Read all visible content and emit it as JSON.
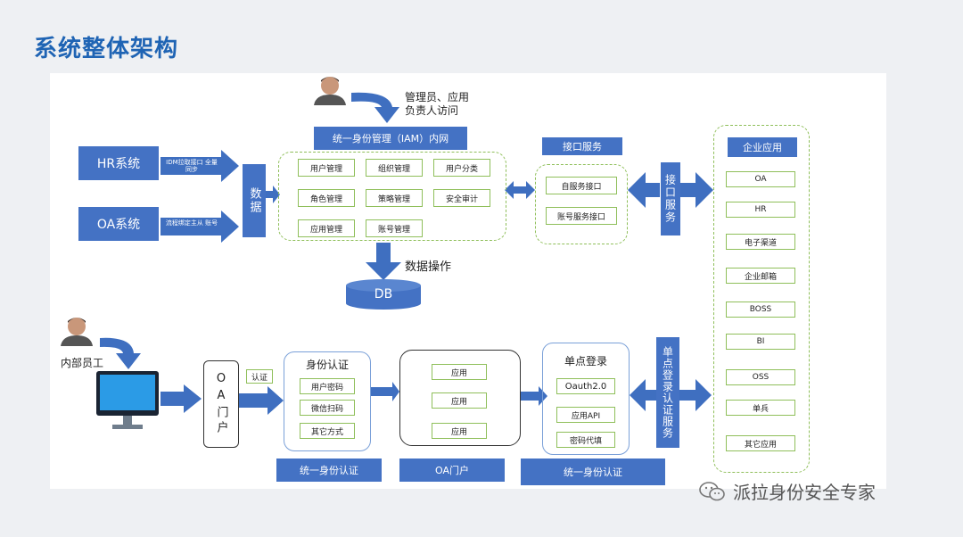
{
  "title": "系统整体架构",
  "top": {
    "admin_label_line1": "管理员、应用",
    "admin_label_line2": "负责人访问",
    "iam_header": "统一身份管理（IAM）内网",
    "modules": [
      "用户管理",
      "组织管理",
      "用户分类",
      "角色管理",
      "策略管理",
      "安全审计",
      "应用管理",
      "账号管理"
    ],
    "data_box": "数据",
    "data_op": "数据操作",
    "db": "DB",
    "hr_system": "HR系统",
    "oa_system": "OA系统",
    "hr_arrow_text": "IDM拉取接口 全量同步",
    "oa_arrow_text": "流程绑定主从 账号",
    "api_service_header": "接口服务",
    "api_items": [
      "自服务接口",
      "账号服务接口"
    ],
    "api_service_vertical": "接口服务"
  },
  "enterprise": {
    "header": "企业应用",
    "apps": [
      "OA",
      "HR",
      "电子渠道",
      "企业邮箱",
      "BOSS",
      "BI",
      "OSS",
      "单兵",
      "其它应用"
    ]
  },
  "bottom": {
    "employee_label": "内部员工",
    "oa_portal": "OA门户",
    "auth_small": "认证",
    "identity_title": "身份认证",
    "identity_items": [
      "用户密码",
      "微信扫码",
      "其它方式"
    ],
    "apps": [
      "应用",
      "应用",
      "应用"
    ],
    "sso_title": "单点登录",
    "sso_items": [
      "Oauth2.0",
      "应用API",
      "密码代填"
    ],
    "sso_vertical": "单点登录认证服务",
    "footer_labels": [
      "统一身份认证",
      "OA门户",
      "统一身份认证"
    ]
  },
  "watermark": "派拉身份安全专家",
  "colors": {
    "title": "#1f64b4",
    "box_blue": "#4472c4",
    "border_green": "#8fbf5a"
  }
}
